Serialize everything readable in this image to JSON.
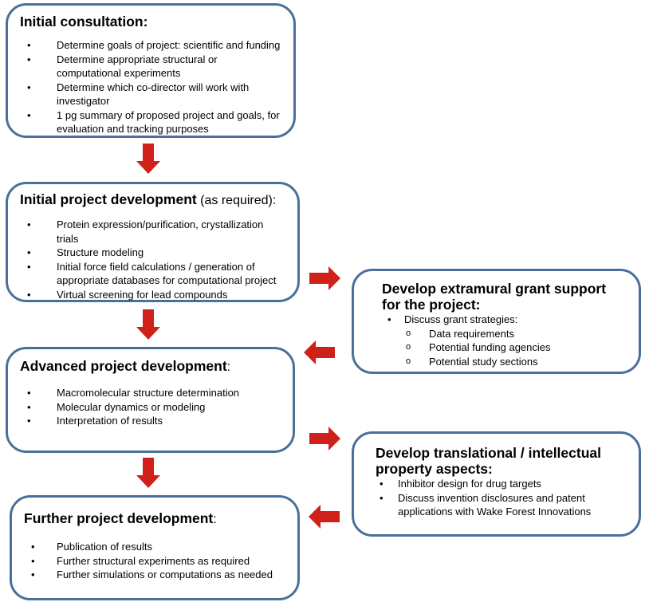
{
  "colors": {
    "box_border": "#4a6f9c",
    "arrow": "#d0201a"
  },
  "boxes": {
    "initial_consultation": {
      "title": "Initial consultation:",
      "items": [
        "Determine goals of project: scientific and funding",
        "Determine appropriate structural or computational experiments",
        "Determine which co-director will work with investigator",
        "1 pg summary of proposed project and goals, for evaluation and tracking purposes"
      ]
    },
    "initial_development": {
      "title": "Initial project development",
      "title_suffix": " (as required):",
      "items": [
        "Protein expression/purification, crystallization trials",
        "Structure modeling",
        "Initial force field calculations / generation of appropriate databases for computational project",
        "Virtual screening for lead compounds"
      ]
    },
    "advanced_development": {
      "title": "Advanced project development",
      "title_suffix": ":",
      "items": [
        "Macromolecular structure determination",
        "Molecular dynamics or modeling",
        "Interpretation of results"
      ]
    },
    "further_development": {
      "title": "Further project development",
      "title_suffix": ":",
      "items": [
        "Publication of results",
        "Further structural experiments as required",
        "Further simulations or computations as needed"
      ]
    },
    "grant_support": {
      "title": "Develop extramural grant support for the project:",
      "items": [
        "Discuss grant strategies:"
      ],
      "subitems": [
        "Data requirements",
        "Potential funding agencies",
        "Potential study sections"
      ]
    },
    "translational": {
      "title": "Develop translational / intellectual property aspects:",
      "items": [
        "Inhibitor design for drug targets",
        "Discuss invention disclosures and patent applications with Wake Forest Innovations"
      ]
    }
  },
  "arrows": [
    {
      "name": "arrow-consultation-to-initial",
      "direction": "down"
    },
    {
      "name": "arrow-initial-to-advanced",
      "direction": "down"
    },
    {
      "name": "arrow-advanced-to-further",
      "direction": "down"
    },
    {
      "name": "arrow-initial-to-grant",
      "direction": "right"
    },
    {
      "name": "arrow-grant-to-advanced",
      "direction": "left"
    },
    {
      "name": "arrow-advanced-to-translational",
      "direction": "right"
    },
    {
      "name": "arrow-translational-to-further",
      "direction": "left"
    }
  ]
}
